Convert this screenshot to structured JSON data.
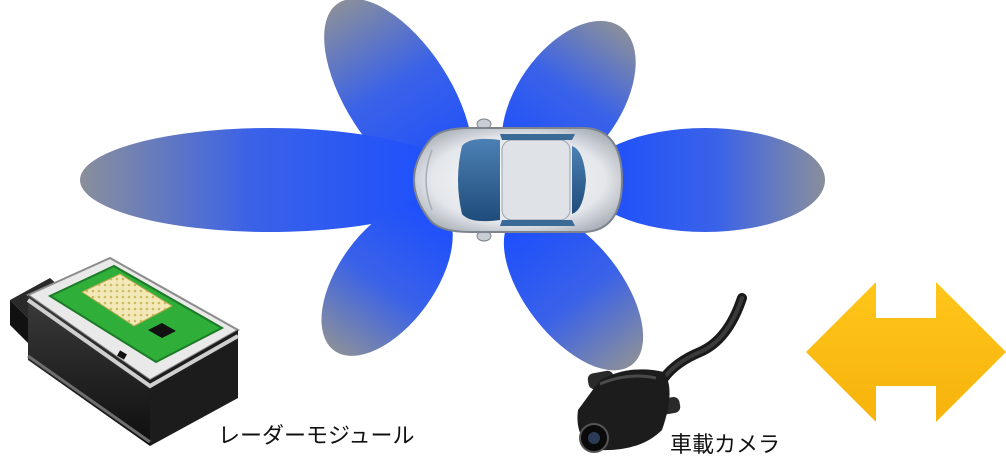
{
  "labels": {
    "radar_module": "レーダーモジュール",
    "vehicle_camera": "車載カメラ"
  },
  "icons": {
    "car": "car-top-view",
    "radar": "radar-module",
    "camera": "vehicle-camera",
    "arrow": "double-arrow"
  },
  "colors": {
    "beam_blue": "#1f56ff",
    "beam_gray": "#8a8f9b",
    "arrow_yellow": "#fbbd14",
    "pcb_green": "#2fae3a",
    "car_window": "#2f5f8f"
  }
}
